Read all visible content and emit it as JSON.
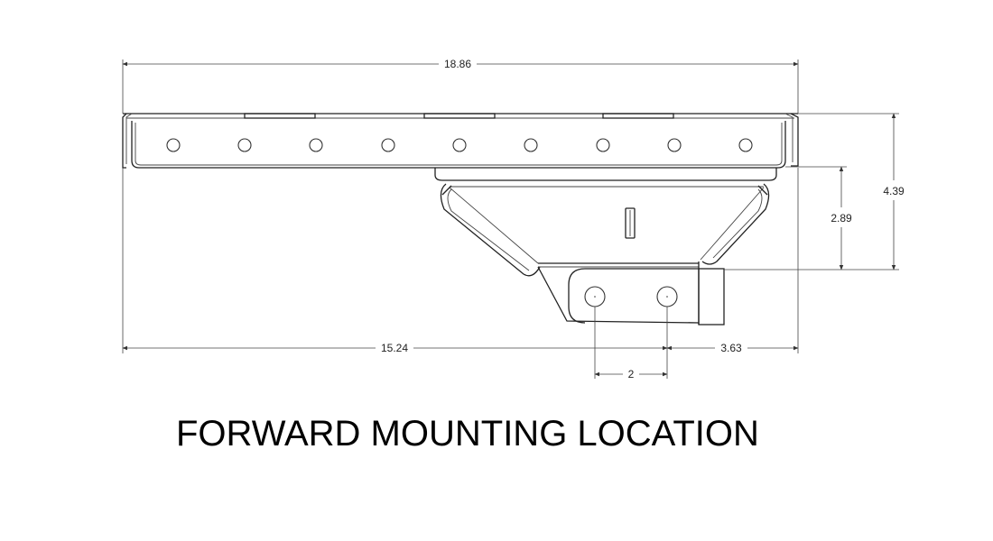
{
  "drawing": {
    "title": "FORWARD MOUNTING LOCATION",
    "dimensions": {
      "overall_width": "18.86",
      "overall_height": "4.39",
      "bracket_height": "2.89",
      "left_offset": "15.24",
      "right_offset": "3.63",
      "hole_spacing": "2"
    },
    "line_color": "#222222"
  }
}
